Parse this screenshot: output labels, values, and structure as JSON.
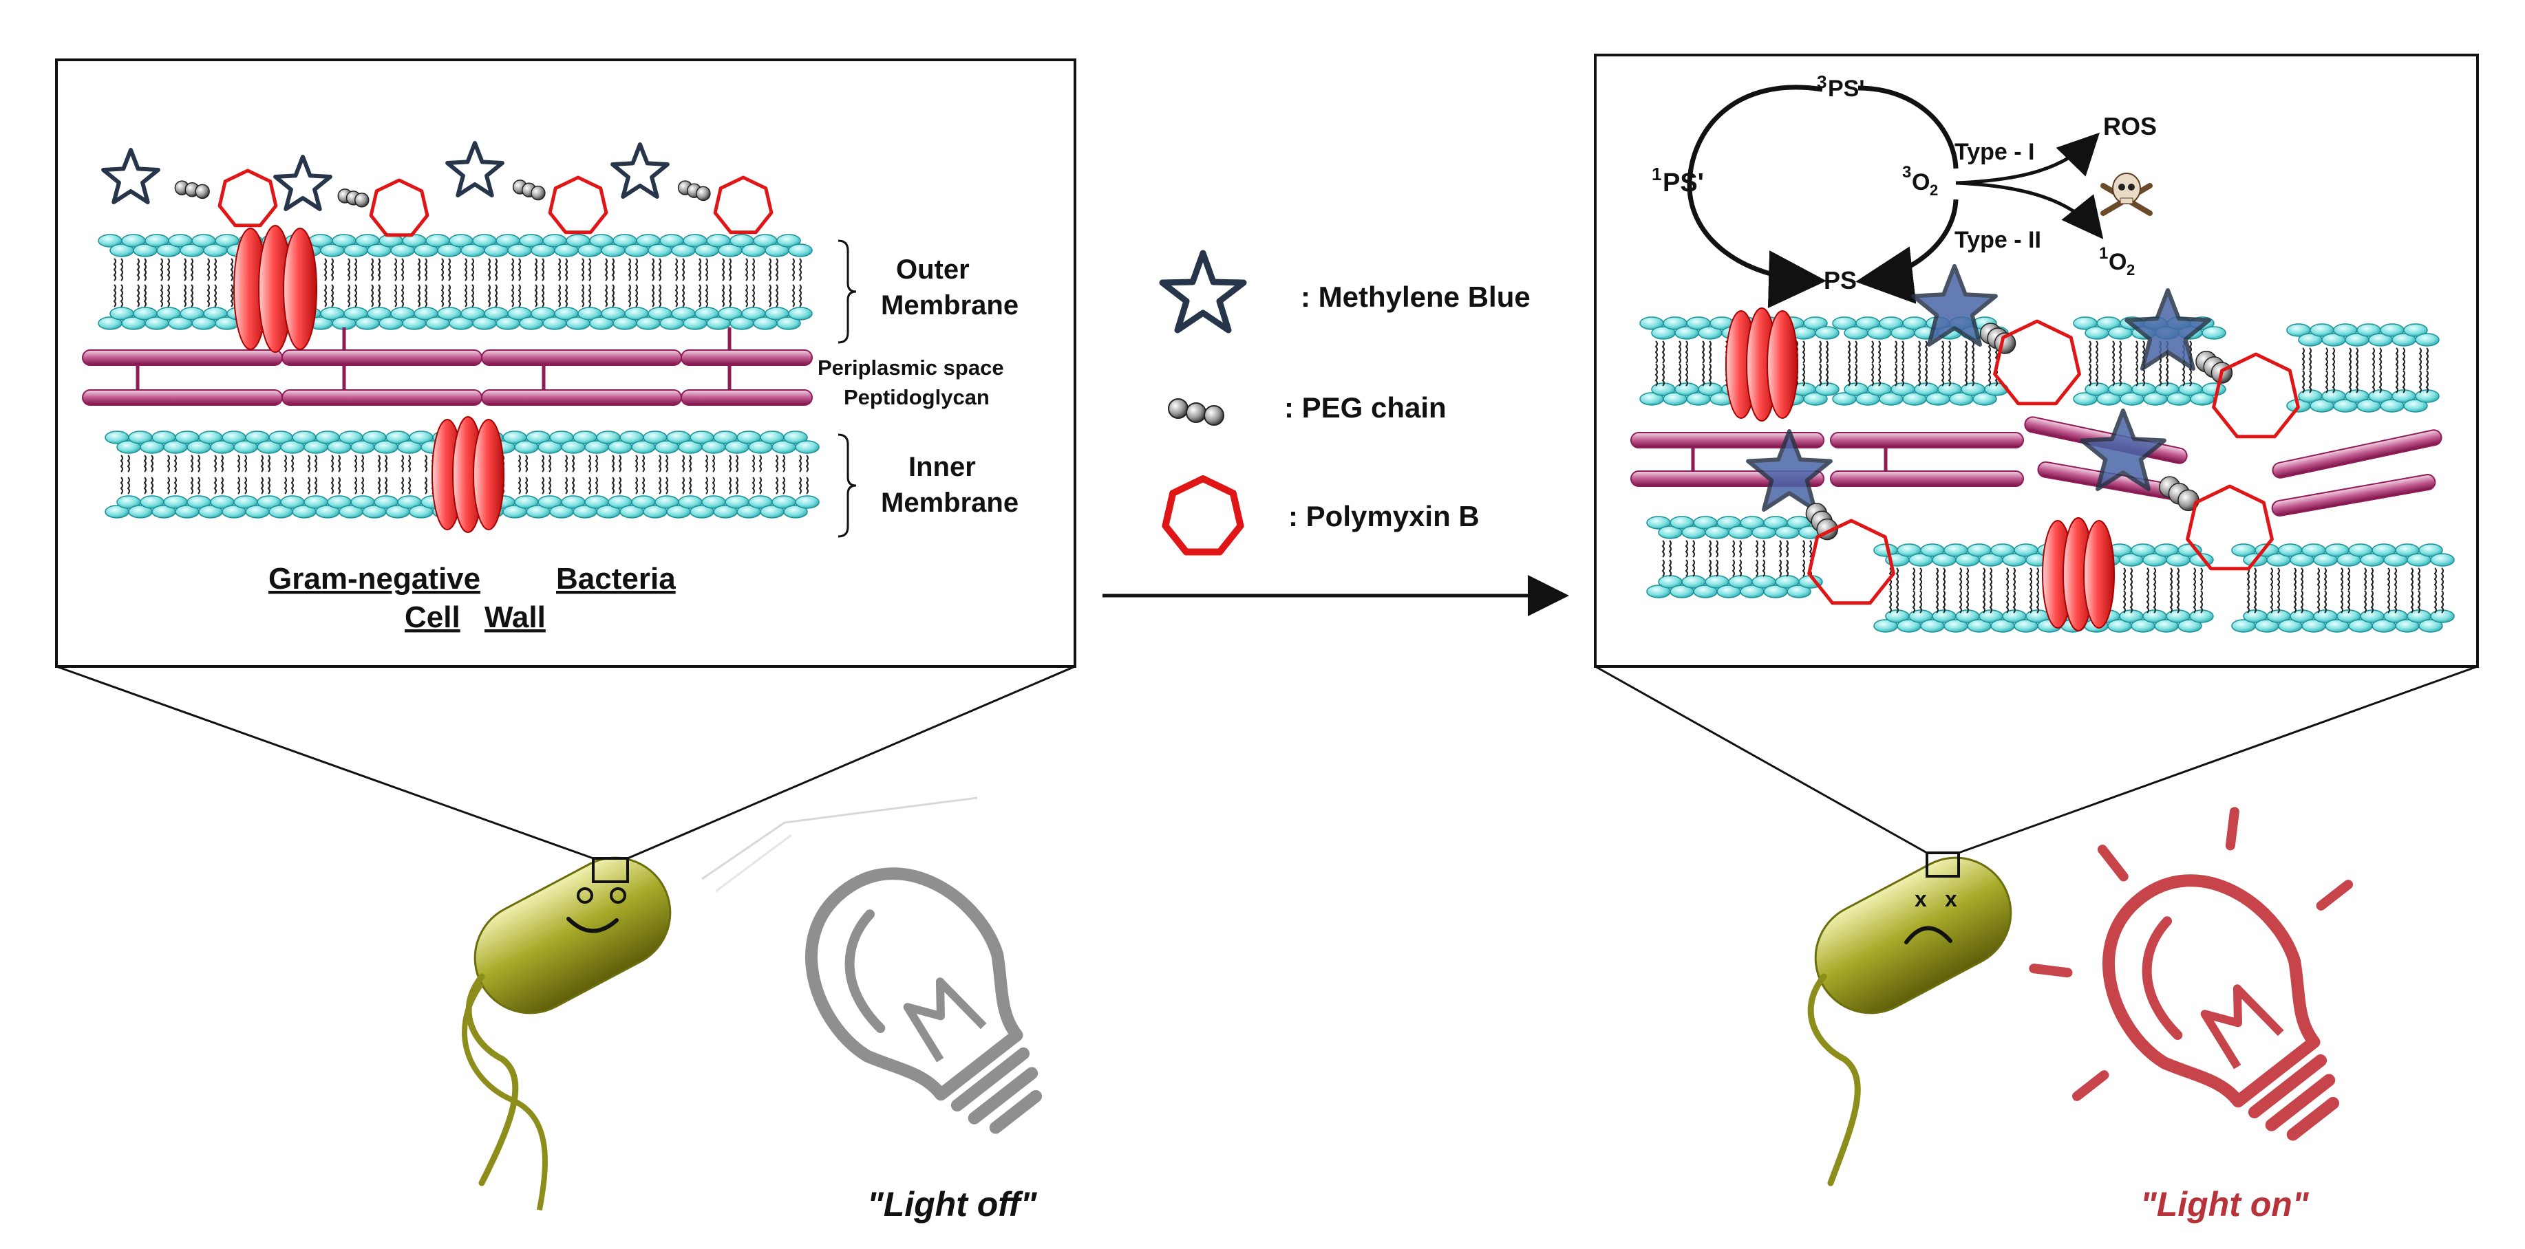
{
  "colors": {
    "lipid_head": "#7ee0e0",
    "lipid_head_stroke": "#1a8f97",
    "tail": "#222222",
    "peptidoglycan": "#8f1b57",
    "peptidoglycan_light": "#e8b3cf",
    "porin": "#e22626",
    "polymyxin": "#e01515",
    "star_outline": "#27354a",
    "star_fill": "#4a66a8",
    "bacterium": "#8c8d1b",
    "bulb_off": "#8f8f8f",
    "bulb_on": "#c6444a",
    "light_on_text": "#b8323a"
  },
  "left_panel": {
    "layer_labels": {
      "outer_1": "Outer",
      "outer_2": "Membrane",
      "periplasmic": "Periplasmic space",
      "peptidoglycan": "Peptidoglycan",
      "inner_1": "Inner",
      "inner_2": "Membrane"
    },
    "title_words": {
      "gram": "Gram-negative",
      "bacteria": "Bacteria",
      "cell": "Cell",
      "wall": "Wall"
    }
  },
  "legend": {
    "methylene_blue": ": Methylene Blue",
    "peg_chain": ": PEG chain",
    "polymyxin_b": ": Polymyxin B"
  },
  "right_panel": {
    "cycle": {
      "triplet_ps_sup": "3",
      "triplet_ps": "PS'",
      "singlet_ps_sup": "1",
      "singlet_ps": "PS'",
      "ps": "PS",
      "o2_sup": "3",
      "o2": "O",
      "o2_sub": "2",
      "type1": "Type - I",
      "type2": "Type - II",
      "ros": "ROS",
      "singlet_o2_sup": "1",
      "singlet_o2": "O",
      "singlet_o2_sub": "2"
    }
  },
  "captions": {
    "light_off": "\"Light off\"",
    "light_on": "\"Light on\""
  },
  "icons": {
    "methylene_blue": "star-icon",
    "peg": "peg-chain-icon",
    "polymyxin": "heptagon-icon",
    "toxic": "skull-crossbones-icon",
    "bulb_off": "light-bulb-off-icon",
    "bulb_on": "light-bulb-on-icon"
  }
}
